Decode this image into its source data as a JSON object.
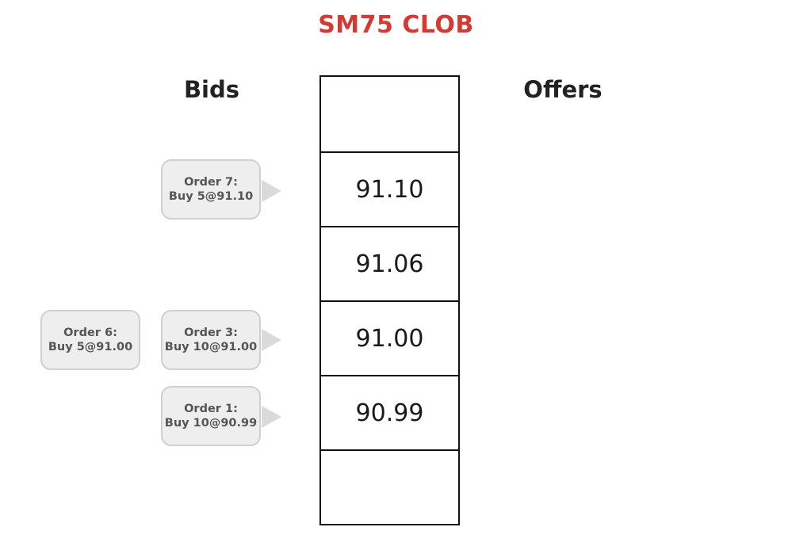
{
  "title": "SM75 CLOB",
  "colors": {
    "title": "#d43a34",
    "bubble_fill": "#eeeeee",
    "bubble_border": "#d0d0d0",
    "bubble_text": "#555555"
  },
  "columns": {
    "bids": "Bids",
    "offers": "Offers"
  },
  "price_levels": [
    "",
    "91.10",
    "91.06",
    "91.00",
    "90.99",
    ""
  ],
  "orders": [
    {
      "line1": "Order 7:",
      "line2": "Buy 5@91.10"
    },
    {
      "line1": "Order 6:",
      "line2": "Buy 5@91.00"
    },
    {
      "line1": "Order 3:",
      "line2": "Buy 10@91.00"
    },
    {
      "line1": "Order 1:",
      "line2": "Buy 10@90.99"
    }
  ]
}
